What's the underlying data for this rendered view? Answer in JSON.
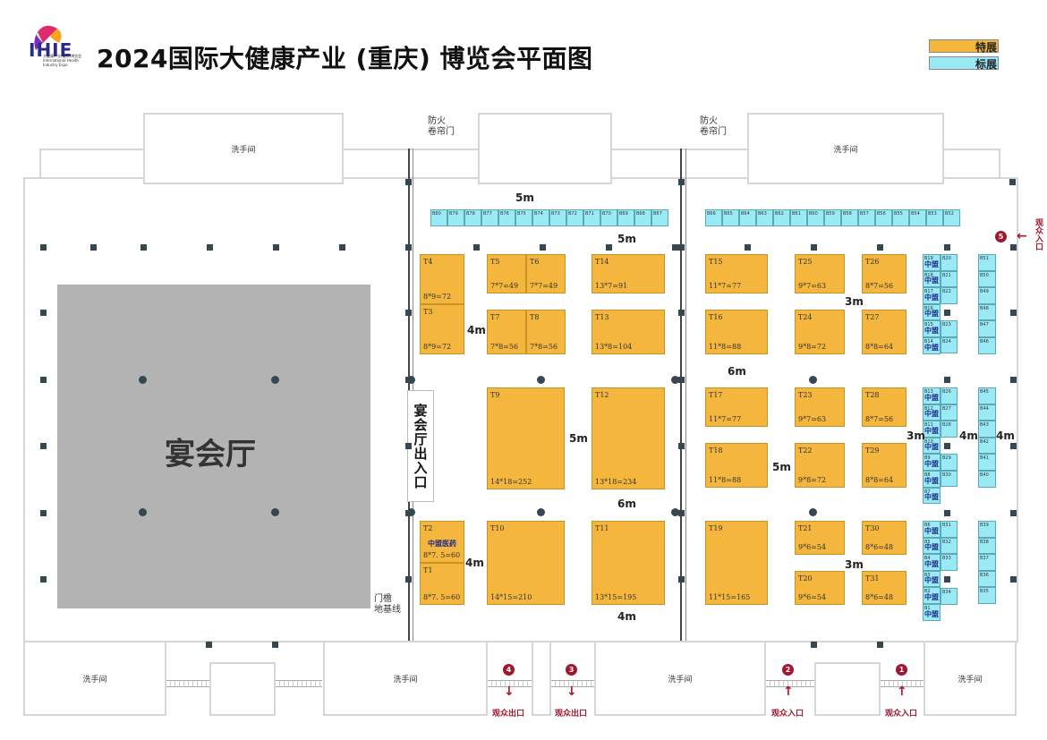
{
  "header": {
    "title": "2024国际大健康产业 (重庆) 博览会平面图",
    "logo_text": "IHIE",
    "logo_sub": "大健康产业(重庆)博览会 International Health Industry Expo"
  },
  "legend": [
    {
      "label": "特展",
      "color": "#f4b63c"
    },
    {
      "label": "标展",
      "color": "#9aeaf6"
    }
  ],
  "rooms": {
    "restroom": "洗手间",
    "banquet": "宴会厅",
    "banquet_entrance": "宴会厅出入口",
    "fire_door_1": "防火",
    "fire_door_2": "卷帘门",
    "eave_1": "门檐",
    "eave_2": "地基线"
  },
  "sponsor_label": "中盟医药",
  "zm": "中盟",
  "special_booths": [
    {
      "id": "T4",
      "area": "8*9=72"
    },
    {
      "id": "T3",
      "area": "8*9=72"
    },
    {
      "id": "T5",
      "area": "7*7=49"
    },
    {
      "id": "T6",
      "area": "7*7=49"
    },
    {
      "id": "T14",
      "area": "13*7=91"
    },
    {
      "id": "T7",
      "area": "7*8=56"
    },
    {
      "id": "T8",
      "area": "7*8=56"
    },
    {
      "id": "T13",
      "area": "13*8=104"
    },
    {
      "id": "T9",
      "area": "14*18=252"
    },
    {
      "id": "T12",
      "area": "13*18=234"
    },
    {
      "id": "T2",
      "area": "8*7. 5=60"
    },
    {
      "id": "T1",
      "area": "8*7. 5=60"
    },
    {
      "id": "T10",
      "area": "14*15=210"
    },
    {
      "id": "T11",
      "area": "13*15=195"
    },
    {
      "id": "T15",
      "area": "11*7=77"
    },
    {
      "id": "T16",
      "area": "11*8=88"
    },
    {
      "id": "T17",
      "area": "11*7=77"
    },
    {
      "id": "T18",
      "area": "11*8=88"
    },
    {
      "id": "T19",
      "area": "11*15=165"
    },
    {
      "id": "T25",
      "area": "9*7=63"
    },
    {
      "id": "T24",
      "area": "9*8=72"
    },
    {
      "id": "T23",
      "area": "9*7=63"
    },
    {
      "id": "T22",
      "area": "9*8=72"
    },
    {
      "id": "T21",
      "area": "9*6=54"
    },
    {
      "id": "T20",
      "area": "9*6=54"
    },
    {
      "id": "T26",
      "area": "8*7=56"
    },
    {
      "id": "T27",
      "area": "8*8=64"
    },
    {
      "id": "T28",
      "area": "8*7=56"
    },
    {
      "id": "T29",
      "area": "8*8=64"
    },
    {
      "id": "T30",
      "area": "8*6=48"
    },
    {
      "id": "T31",
      "area": "8*6=48"
    }
  ],
  "top_row_left": [
    "B80",
    "B79",
    "B78",
    "B77",
    "B76",
    "B75",
    "B74",
    "B73",
    "B72",
    "B71",
    "B70",
    "B69",
    "B68",
    "B67"
  ],
  "top_row_right": [
    "B66",
    "B65",
    "B64",
    "B63",
    "B62",
    "B61",
    "B60",
    "B59",
    "B58",
    "B57",
    "B56",
    "B55",
    "B54",
    "B53",
    "B52"
  ],
  "col_a": [
    "B19",
    "B18",
    "B17",
    "B16",
    "B15",
    "B14",
    "B13",
    "B12",
    "B11",
    "B10",
    "B9",
    "B8",
    "B7",
    "B6",
    "B5",
    "B4",
    "B3",
    "B2",
    "B1"
  ],
  "col_b": [
    "B20",
    "B21",
    "B22",
    "B23",
    "B24",
    "B26",
    "B27",
    "B28",
    "B29",
    "B30",
    "B31",
    "B32",
    "B33",
    "B34"
  ],
  "col_c": [
    "B51",
    "B50",
    "B49",
    "B48",
    "B47",
    "B46",
    "B45",
    "B44",
    "B43",
    "B42",
    "B41",
    "B40",
    "B39",
    "B38",
    "B37",
    "B36",
    "B35"
  ],
  "gaps": [
    "5m",
    "5m",
    "4m",
    "4m",
    "5m",
    "6m",
    "4m",
    "3m",
    "6m",
    "5m",
    "3m",
    "3m",
    "4m",
    "4m"
  ],
  "exits": [
    {
      "num": "4",
      "label": "观众出口",
      "arrow": "↓"
    },
    {
      "num": "3",
      "label": "观众出口",
      "arrow": "↓"
    },
    {
      "num": "2",
      "label": "观众入口",
      "arrow": "↑"
    },
    {
      "num": "1",
      "label": "观众入口",
      "arrow": "↑"
    },
    {
      "num": "5",
      "label": "观众入口",
      "arrow": "←"
    }
  ]
}
